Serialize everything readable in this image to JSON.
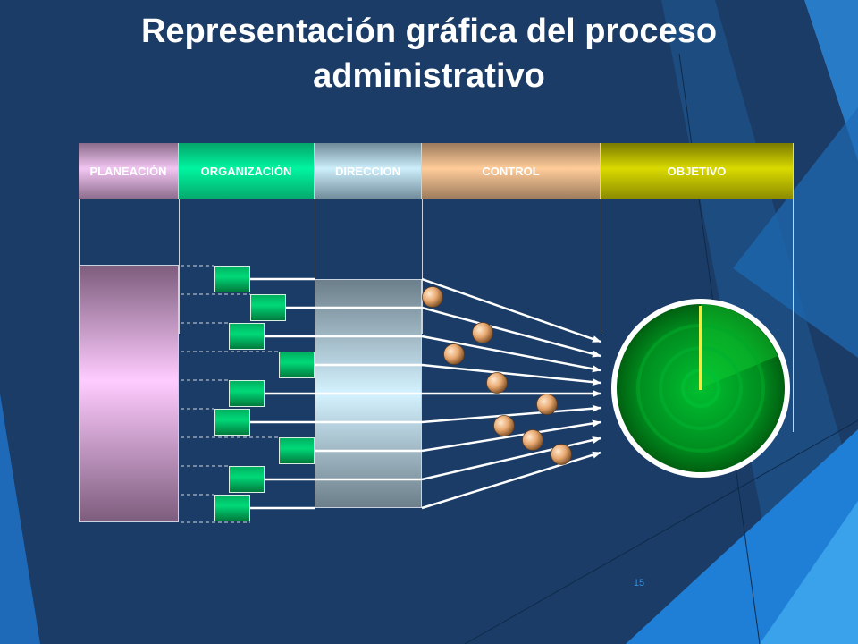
{
  "slide": {
    "title": "Representación gráfica del proceso administrativo",
    "page_number": "15"
  },
  "stages": {
    "planeacion": "PLANEACIÓN",
    "organizacion": "ORGANIZACIÓN",
    "direccion": "DIRECCION",
    "control": "CONTROL",
    "objetivo": "OBJETIVO"
  },
  "colors": {
    "background": "#1b3c66",
    "planeacion": "#ffccff",
    "organizacion": "#00d978",
    "direccion": "#d4f2ff",
    "control": "#ffcc99",
    "objetivo": "#dada00",
    "radar": "#00a020",
    "accent_blue": "#1f7fd6"
  },
  "icons": {
    "target": "radar-target-icon",
    "control_point": "sphere-icon"
  },
  "counts": {
    "organization_units": 9,
    "arrows": 9,
    "control_points": 8
  }
}
